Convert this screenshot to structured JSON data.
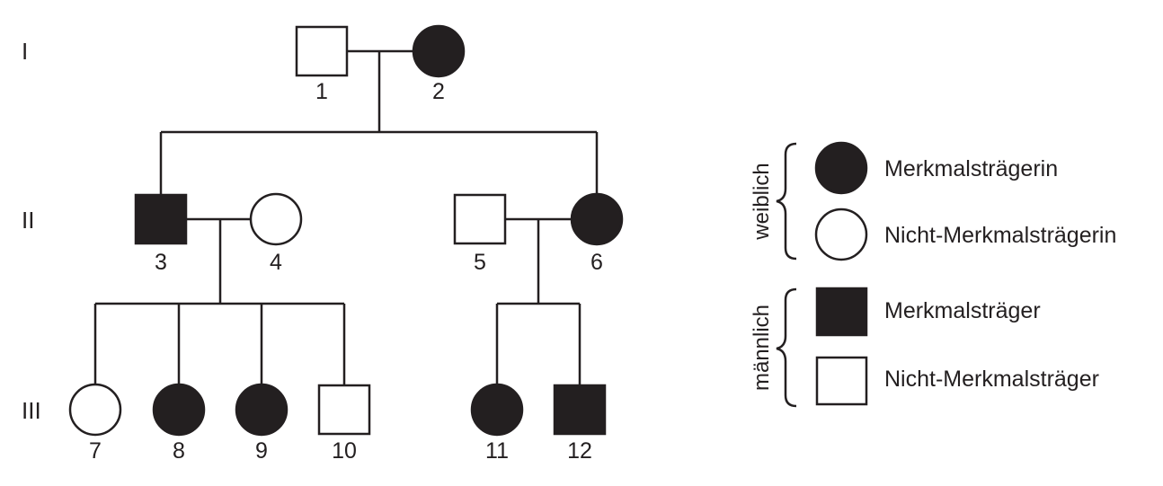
{
  "colors": {
    "filled": "#231f20",
    "open": "#ffffff",
    "stroke": "#231f20"
  },
  "generations": {
    "g1": "I",
    "g2": "II",
    "g3": "III"
  },
  "individuals": [
    {
      "id": "1",
      "sex": "male",
      "affected": false
    },
    {
      "id": "2",
      "sex": "female",
      "affected": true
    },
    {
      "id": "3",
      "sex": "male",
      "affected": true
    },
    {
      "id": "4",
      "sex": "female",
      "affected": false
    },
    {
      "id": "5",
      "sex": "male",
      "affected": false
    },
    {
      "id": "6",
      "sex": "female",
      "affected": true
    },
    {
      "id": "7",
      "sex": "female",
      "affected": false
    },
    {
      "id": "8",
      "sex": "female",
      "affected": true
    },
    {
      "id": "9",
      "sex": "female",
      "affected": true
    },
    {
      "id": "10",
      "sex": "male",
      "affected": false
    },
    {
      "id": "11",
      "sex": "female",
      "affected": true
    },
    {
      "id": "12",
      "sex": "male",
      "affected": true
    }
  ],
  "legend": {
    "female_group": "weiblich",
    "male_group": "männlich",
    "female_affected": "Merkmalsträgerin",
    "female_unaffected": "Nicht-Merkmalsträgerin",
    "male_affected": "Merkmalsträger",
    "male_unaffected": "Nicht-Merkmalsträger"
  }
}
